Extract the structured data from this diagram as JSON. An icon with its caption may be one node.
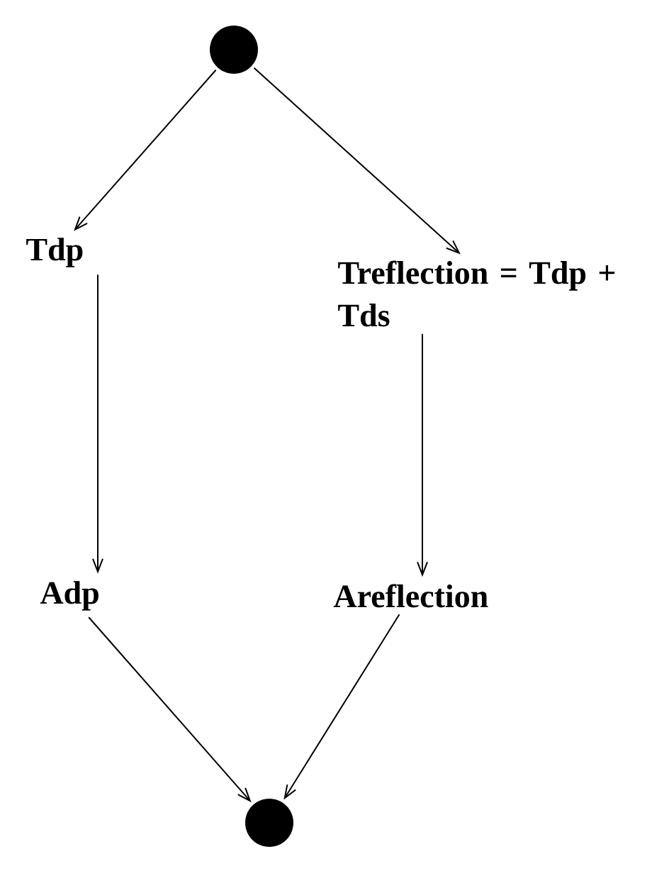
{
  "diagram": {
    "nodes": [
      {
        "text": [],
        "shape": "circle"
      },
      {
        "text": [
          "Tdp"
        ]
      },
      {
        "text": [
          "Treflection = Tdp + Tds"
        ]
      },
      {
        "text": [
          "Adp"
        ]
      },
      {
        "text": [
          "Areflection"
        ]
      },
      {
        "text": [],
        "shape": "circle"
      }
    ],
    "edges": [
      {
        "from": 0,
        "to": 1,
        "arrow": "to"
      },
      {
        "from": 0,
        "to": 2,
        "arrow": "to"
      },
      {
        "from": 1,
        "to": 3,
        "arrow": "to"
      },
      {
        "from": 2,
        "to": 4,
        "arrow": "to"
      },
      {
        "from": 3,
        "to": 5,
        "arrow": "to"
      },
      {
        "from": 4,
        "to": 5,
        "arrow": "to"
      }
    ]
  }
}
